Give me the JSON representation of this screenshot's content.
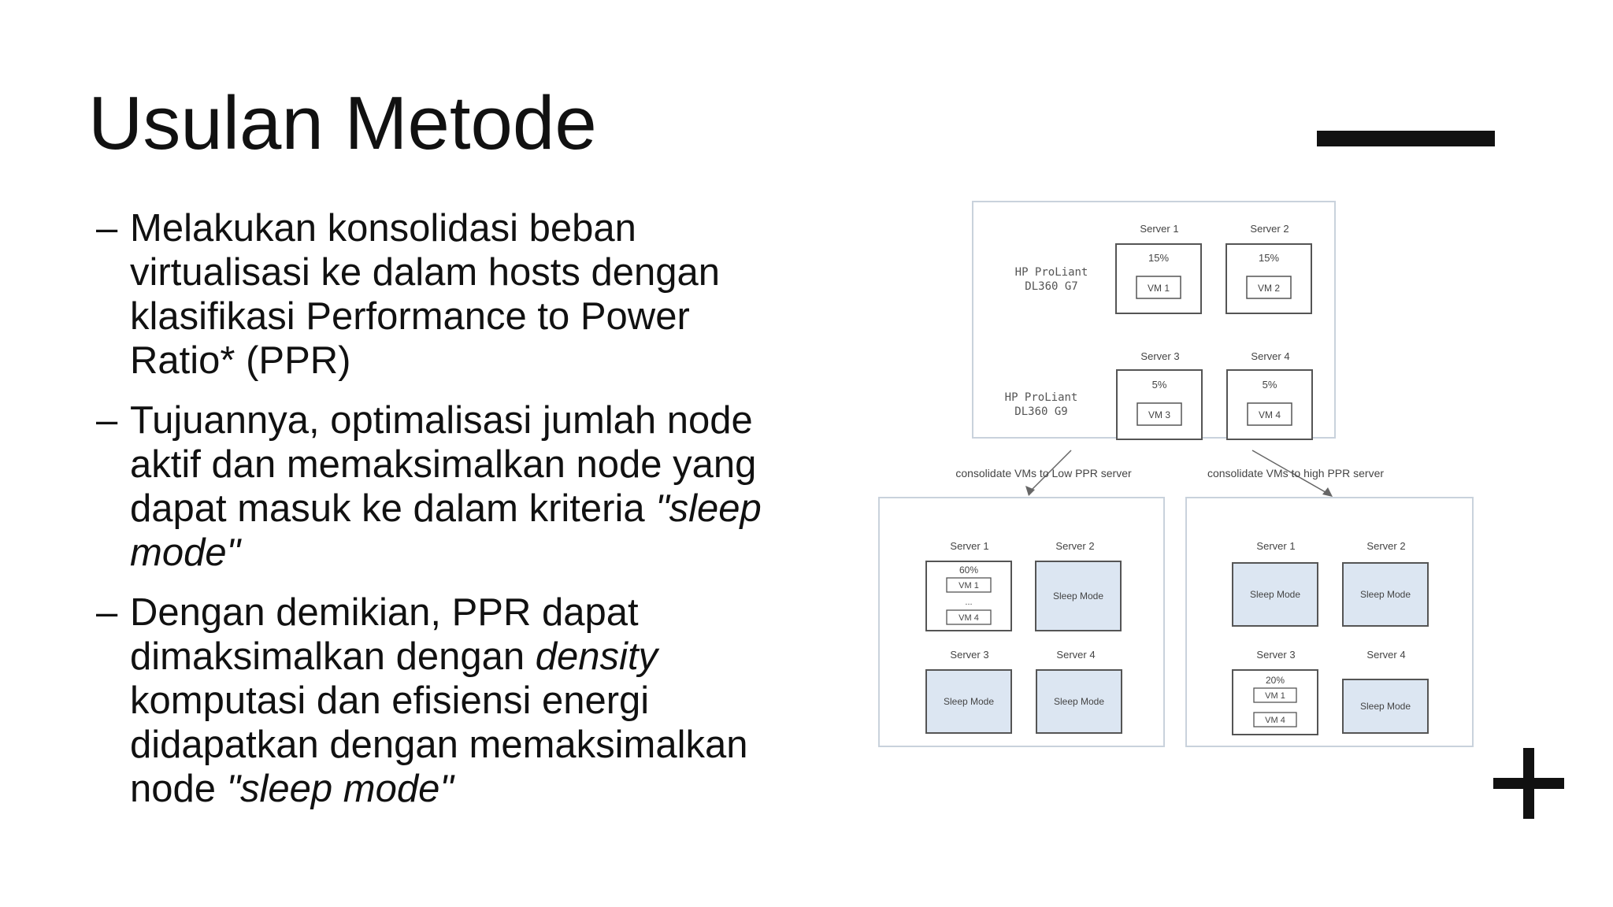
{
  "slide": {
    "title": "Usulan Metode",
    "bullets": [
      {
        "dash": "–",
        "parts": [
          {
            "text": "Melakukan konsolidasi beban virtualisasi ke dalam hosts dengan klasifikasi Performance to Power Ratio* (PPR)",
            "italic": false
          }
        ]
      },
      {
        "dash": "–",
        "parts": [
          {
            "text": "Tujuannya, optimalisasi jumlah node aktif dan memaksimalkan node yang dapat masuk ke dalam kriteria ",
            "italic": false
          },
          {
            "text": "\"sleep mode\"",
            "italic": true
          }
        ]
      },
      {
        "dash": "–",
        "parts": [
          {
            "text": "Dengan demikian, PPR dapat dimaksimalkan dengan ",
            "italic": false
          },
          {
            "text": "density",
            "italic": true
          },
          {
            "text": " komputasi dan efisiensi energi didapatkan dengan memaksimalkan node ",
            "italic": false
          },
          {
            "text": "\"sleep mode\"",
            "italic": true
          }
        ]
      }
    ]
  },
  "diagram": {
    "colors": {
      "sleep_fill": "#dce6f2",
      "panel_border": "#c9d2dc",
      "box_border": "#555555"
    },
    "top": {
      "group_a": {
        "line1": "HP ProLiant",
        "line2": "DL360 G7"
      },
      "group_b": {
        "line1": "HP ProLiant",
        "line2": "DL360 G9"
      },
      "servers": [
        {
          "name": "Server 1",
          "load": "15%",
          "vm": "VM 1"
        },
        {
          "name": "Server 2",
          "load": "15%",
          "vm": "VM 2"
        },
        {
          "name": "Server 3",
          "load": "5%",
          "vm": "VM 3"
        },
        {
          "name": "Server 4",
          "load": "5%",
          "vm": "VM 4"
        }
      ]
    },
    "arrows": {
      "left": "consolidate VMs to Low PPR server",
      "right": "consolidate VMs  to high PPR server"
    },
    "left": {
      "s1": {
        "name": "Server 1",
        "load": "60%",
        "vm_top": "VM 1",
        "ellipsis": "...",
        "vm_bottom": "VM 4"
      },
      "s2": {
        "name": "Server 2",
        "state": "Sleep Mode"
      },
      "s3": {
        "name": "Server 3",
        "state": "Sleep Mode"
      },
      "s4": {
        "name": "Server 4",
        "state": "Sleep Mode"
      }
    },
    "right": {
      "s1": {
        "name": "Server 1",
        "state": "Sleep Mode"
      },
      "s2": {
        "name": "Server 2",
        "state": "Sleep Mode"
      },
      "s3": {
        "name": "Server 3",
        "load": "20%",
        "vm_top": "VM 1",
        "vm_bottom": "VM 4"
      },
      "s4": {
        "name": "Server 4",
        "state": "Sleep Mode"
      }
    }
  },
  "icons": {
    "minus": "minus-decoration",
    "plus": "plus-decoration"
  }
}
